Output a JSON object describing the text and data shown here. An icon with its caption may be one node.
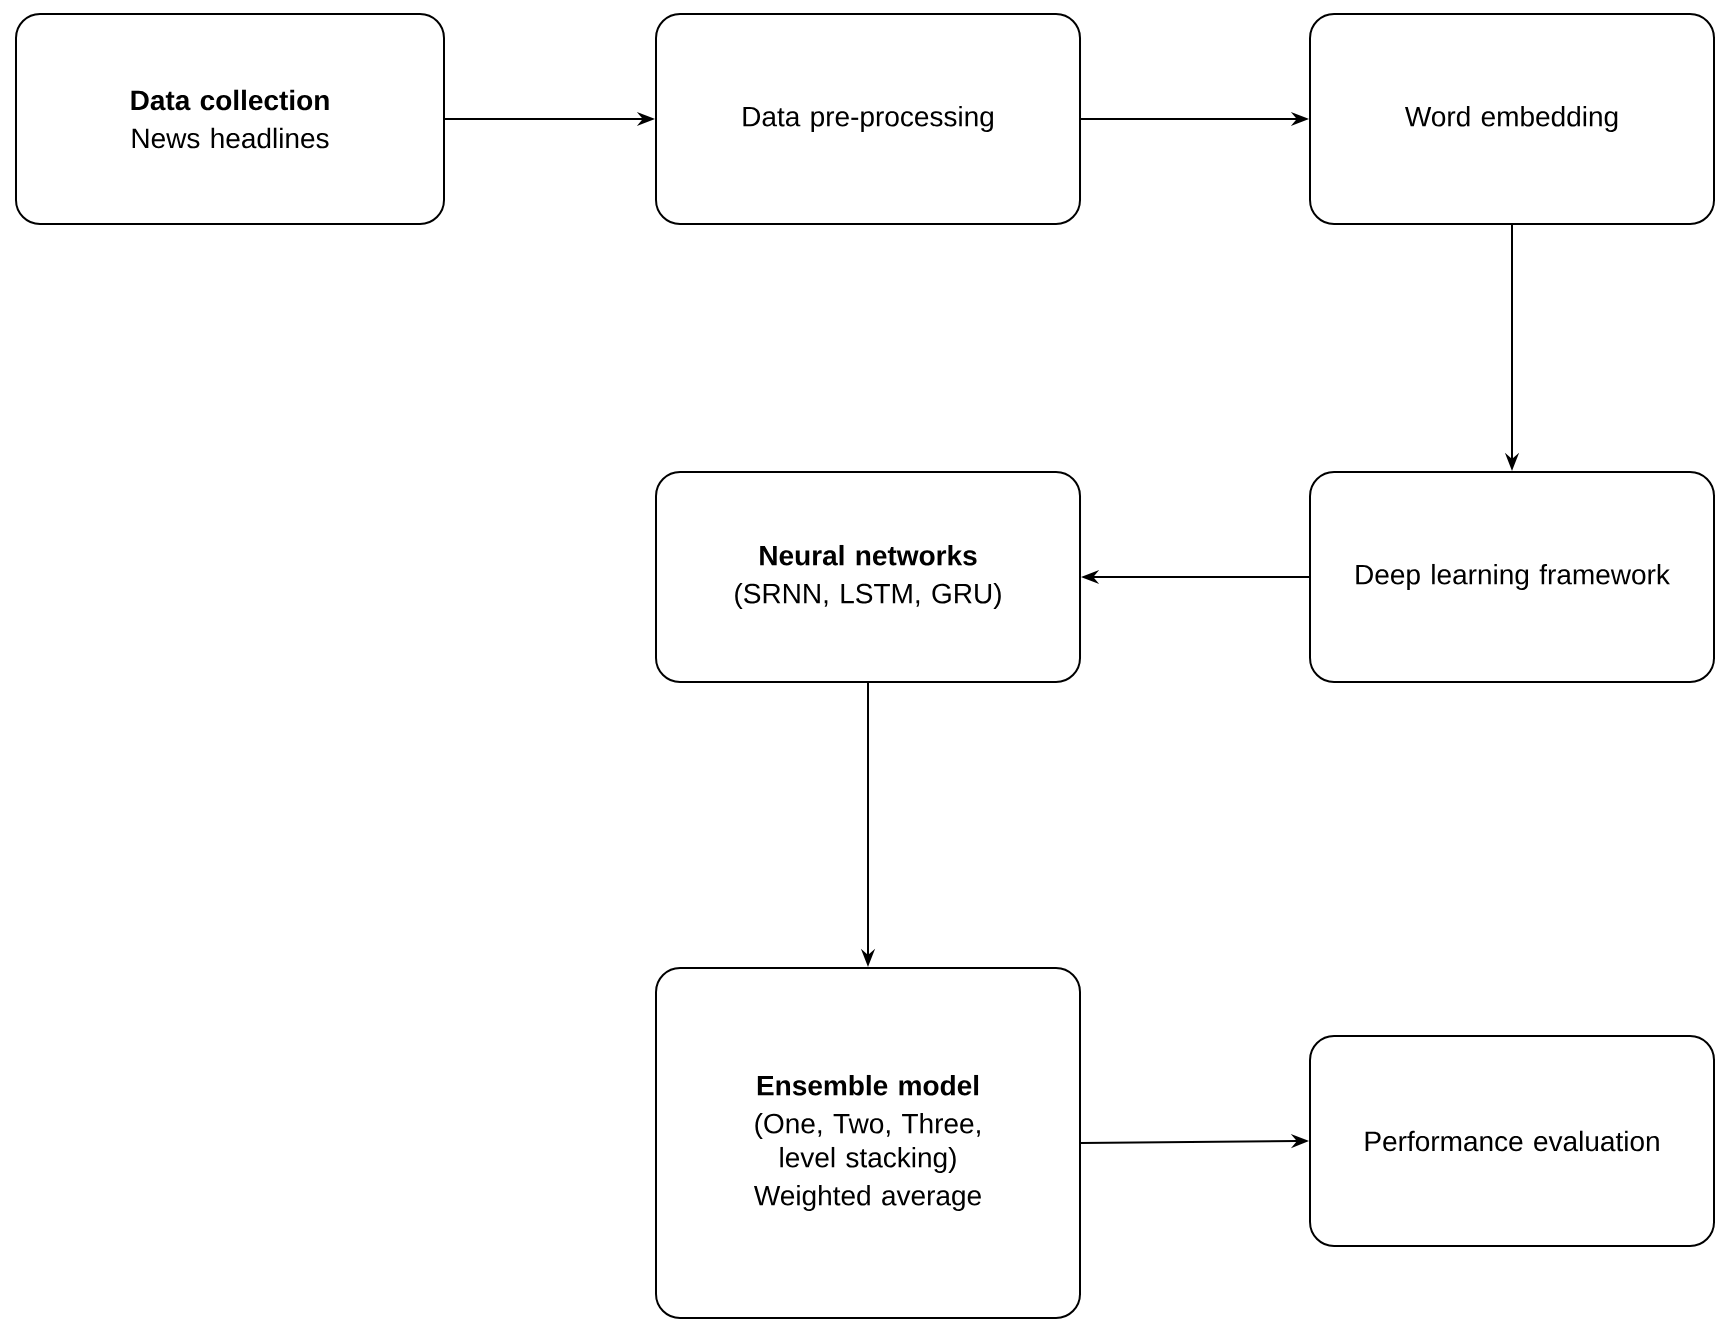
{
  "diagram": {
    "nodes": [
      {
        "text": [
          "Data collection",
          "News headlines"
        ]
      },
      {
        "text": [
          "Data pre-processing"
        ]
      },
      {
        "text": [
          "Word embedding"
        ]
      },
      {
        "text": [
          "Deep learning framework"
        ]
      },
      {
        "text": [
          "Neural networks",
          "(SRNN, LSTM, GRU)"
        ]
      },
      {
        "text": [
          "Ensemble model",
          "(One, Two, Three, level stacking)",
          "Weighted average"
        ]
      },
      {
        "text": [
          "Performance evaluation"
        ]
      }
    ],
    "edges": [
      {
        "from": 0,
        "to": 1,
        "arrow": "to"
      },
      {
        "from": 1,
        "to": 2,
        "arrow": "to"
      },
      {
        "from": 2,
        "to": 3,
        "arrow": "to"
      },
      {
        "from": 3,
        "to": 4,
        "arrow": "to"
      },
      {
        "from": 4,
        "to": 5,
        "arrow": "to"
      },
      {
        "from": 5,
        "to": 6,
        "arrow": "to"
      }
    ]
  }
}
